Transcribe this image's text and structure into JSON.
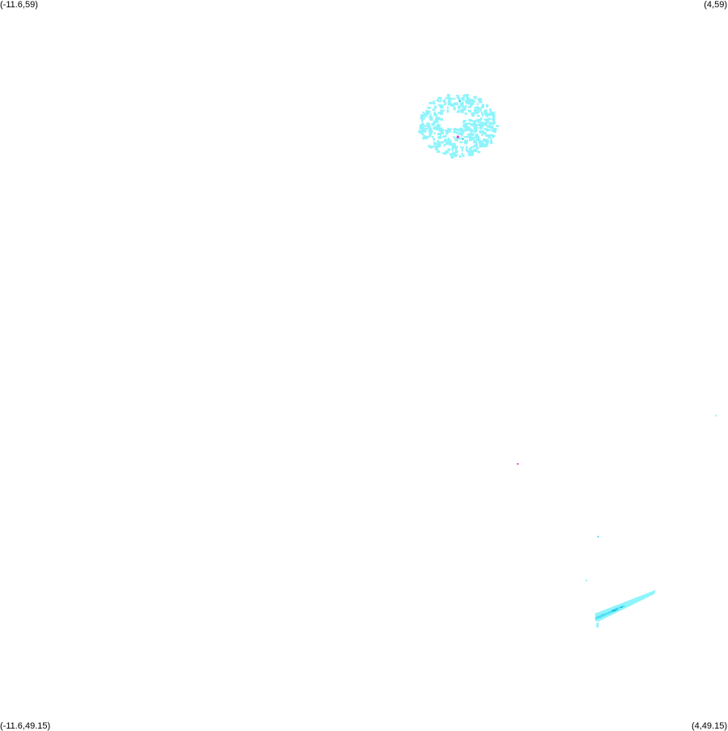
{
  "corners": {
    "top_left": "(-11.6,59)",
    "top_right": "(4,59)",
    "bottom_left": "(-11.6,49.15)",
    "bottom_right": "(4,49.15)"
  },
  "bounds": {
    "lon_min": -11.6,
    "lon_max": 4,
    "lat_min": 49.15,
    "lat_max": 59
  },
  "colors": {
    "background": "#ffffff",
    "light_cyan": "#8ff4fb",
    "cyan": "#52e3f3",
    "deep_cyan": "#1fbde0",
    "magenta": "#e040c8"
  },
  "features": [
    {
      "name": "north-cluster",
      "color": "light_cyan",
      "lon": [
        -2.75,
        -1.05
      ],
      "lat": [
        56.9,
        57.75
      ]
    },
    {
      "name": "southeast-streak",
      "color": "cyan",
      "lon": [
        1.15,
        2.45
      ],
      "lat": [
        50.6,
        51.05
      ]
    },
    {
      "name": "east-speck",
      "color": "light_cyan",
      "lon": [
        3.72,
        3.74
      ],
      "lat": [
        53.39,
        53.41
      ]
    },
    {
      "name": "mid-speck",
      "color": "magenta",
      "lon": [
        -0.52,
        -0.5
      ],
      "lat": [
        52.74,
        52.76
      ]
    },
    {
      "name": "south-speck-1",
      "color": "cyan",
      "lon": [
        1.2,
        1.22
      ],
      "lat": [
        51.76,
        51.78
      ]
    },
    {
      "name": "south-speck-2",
      "color": "light_cyan",
      "lon": [
        0.95,
        0.97
      ],
      "lat": [
        51.17,
        51.19
      ]
    }
  ]
}
